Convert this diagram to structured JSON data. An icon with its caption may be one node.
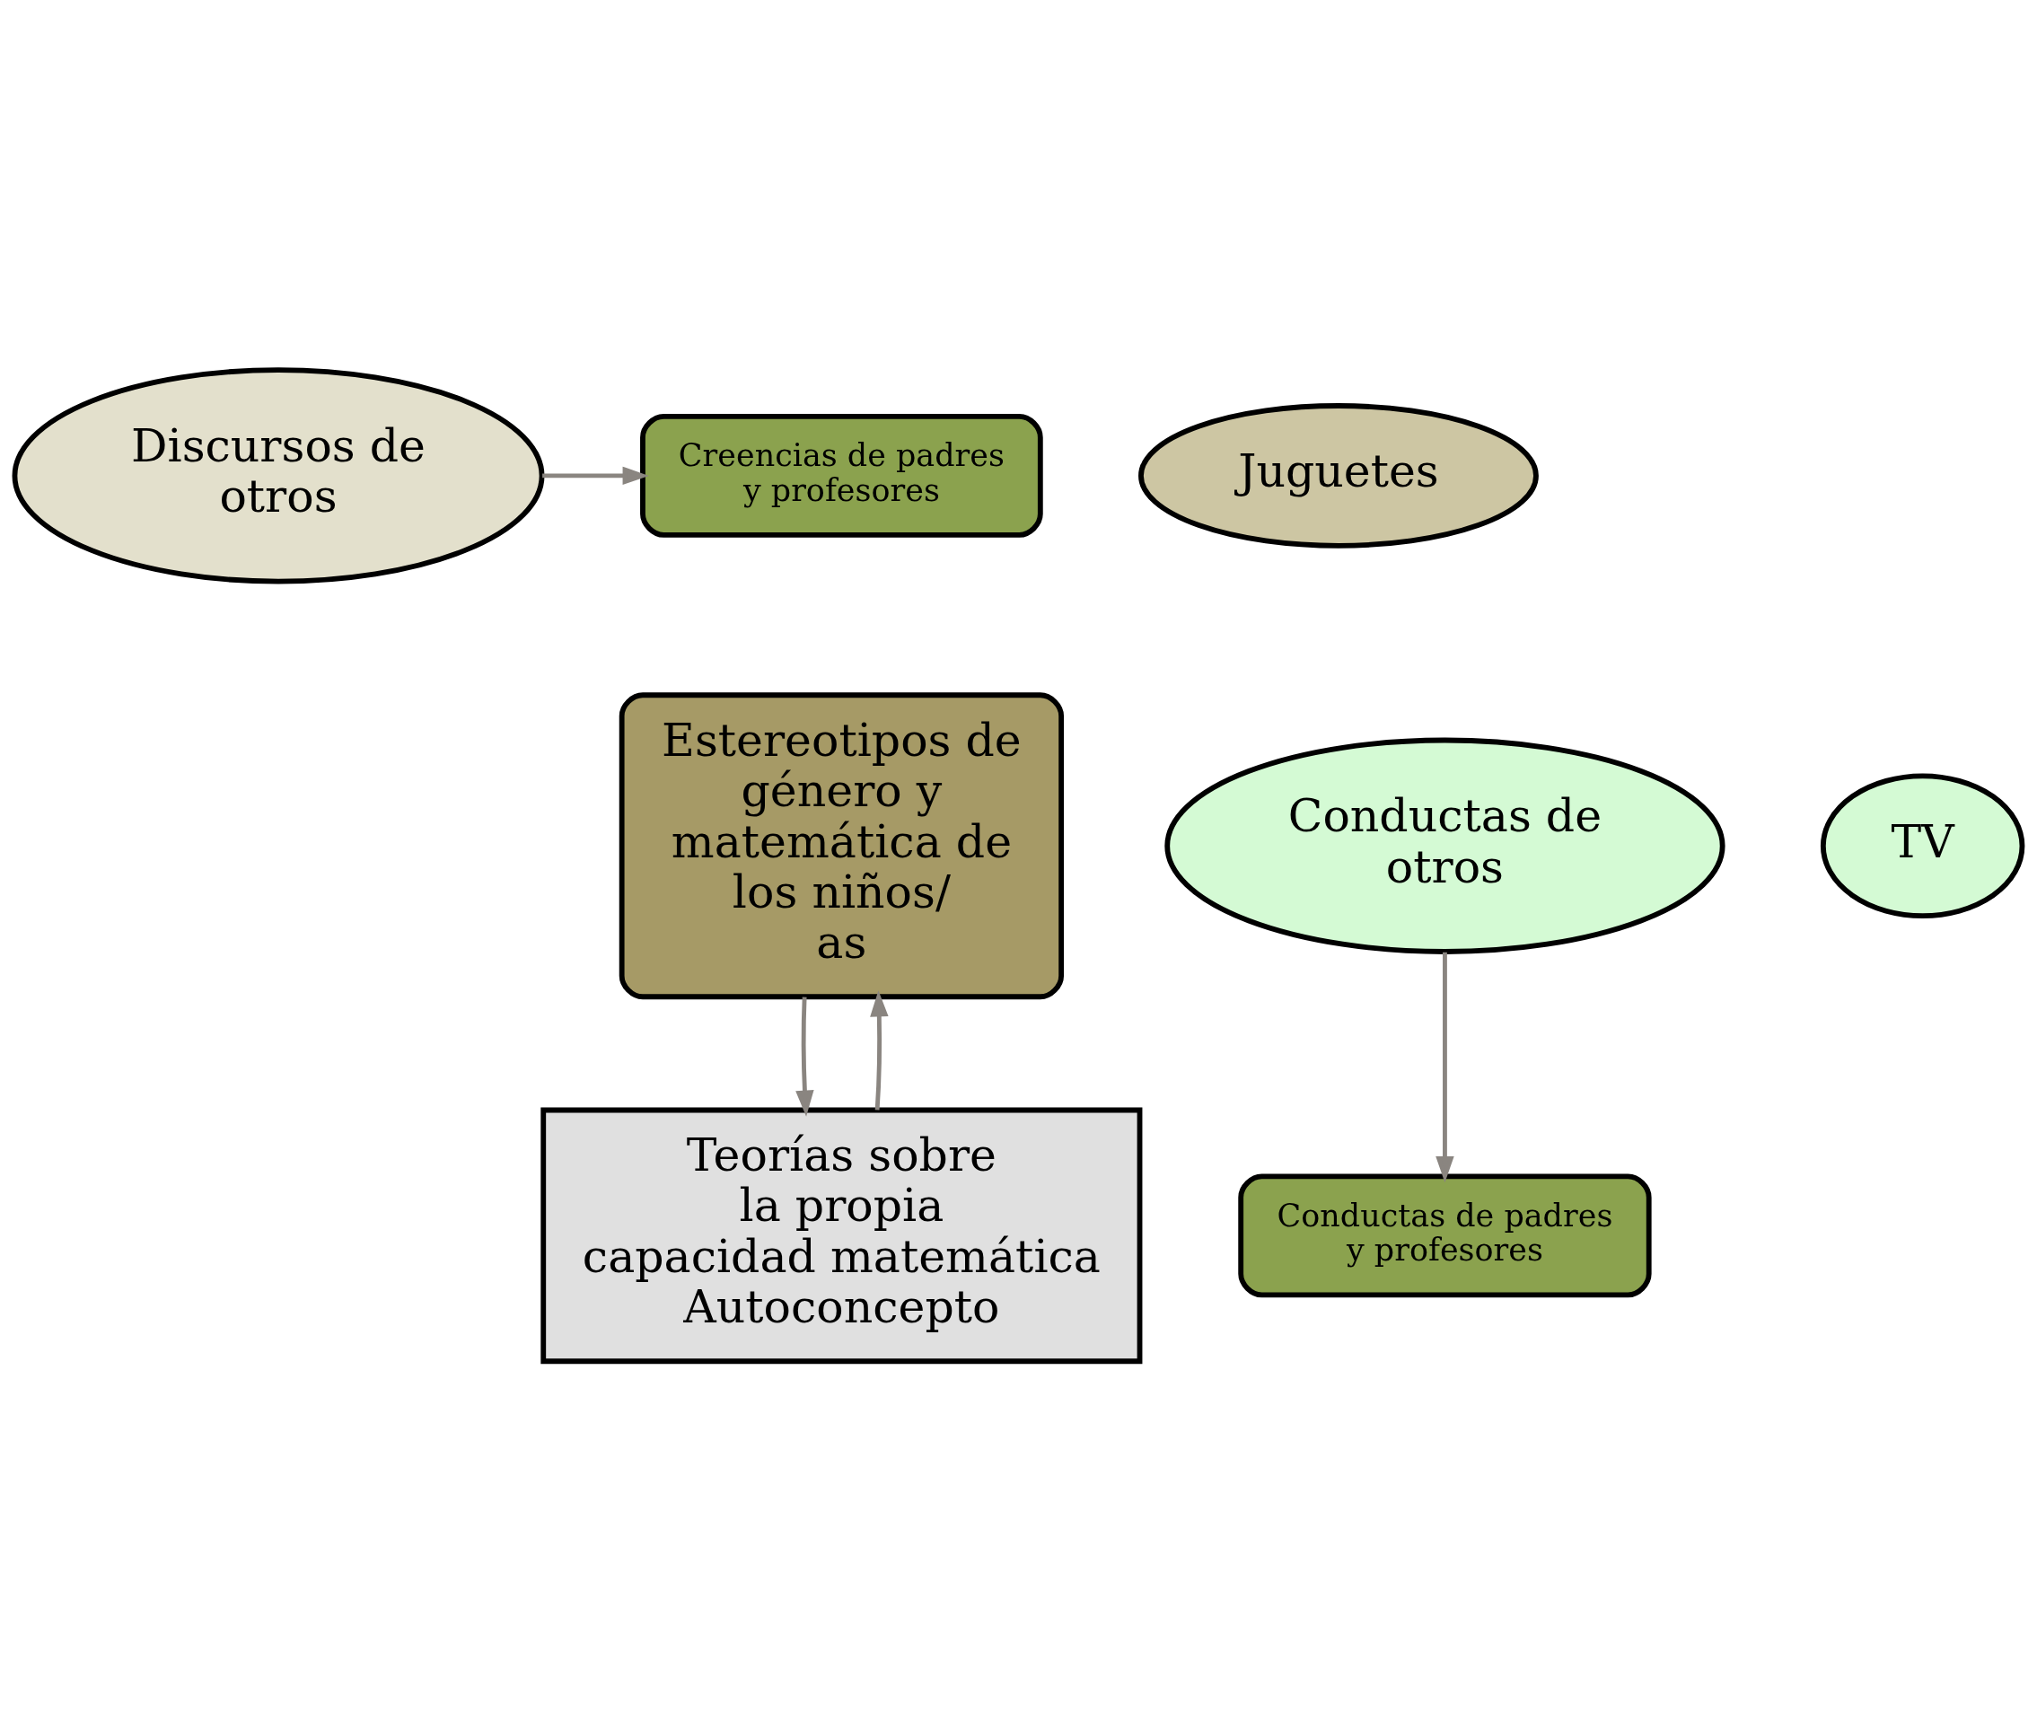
{
  "diagram": {
    "nodes": [
      {
        "text": [
          "Creencias de padres y profesores"
        ]
      },
      {
        "text": [
          "Discursos de otros"
        ]
      },
      {
        "text": [
          "Juguetes"
        ]
      },
      {
        "text": [
          "Estereotipos de género y matemática de los niños/ as"
        ]
      },
      {
        "text": [
          "Conductas de otros"
        ]
      },
      {
        "text": [
          "TV"
        ]
      },
      {
        "text": [
          "Conductas de padres y profesores"
        ]
      },
      {
        "text": [
          "Teorías sobre la propia capacidad matemática Autoconcepto"
        ]
      }
    ],
    "edges": [
      {
        "from": 1,
        "to": 0,
        "arrow": "to"
      },
      {
        "from": 4,
        "to": 6,
        "arrow": "to"
      },
      {
        "from": 7,
        "to": 3,
        "arrow": "to"
      },
      {
        "from": 3,
        "to": 7,
        "arrow": "to"
      }
    ]
  }
}
